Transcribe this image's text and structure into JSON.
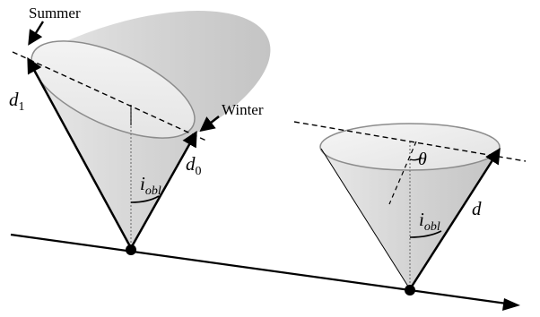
{
  "labels": {
    "summer": "Summer",
    "winter": "Winter",
    "d1_main": "d",
    "d1_sub": "1",
    "d0_main": "d",
    "d0_sub": "0",
    "iobl1_main": "i",
    "iobl1_sub": "obl",
    "iobl2_main": "i",
    "iobl2_sub": "obl",
    "theta": "θ",
    "d": "d"
  },
  "colors": {
    "cone_fill": "#d9d9d9",
    "cone_top": "#eeeeee",
    "rim": "#8c8c8c",
    "line": "#000000"
  }
}
